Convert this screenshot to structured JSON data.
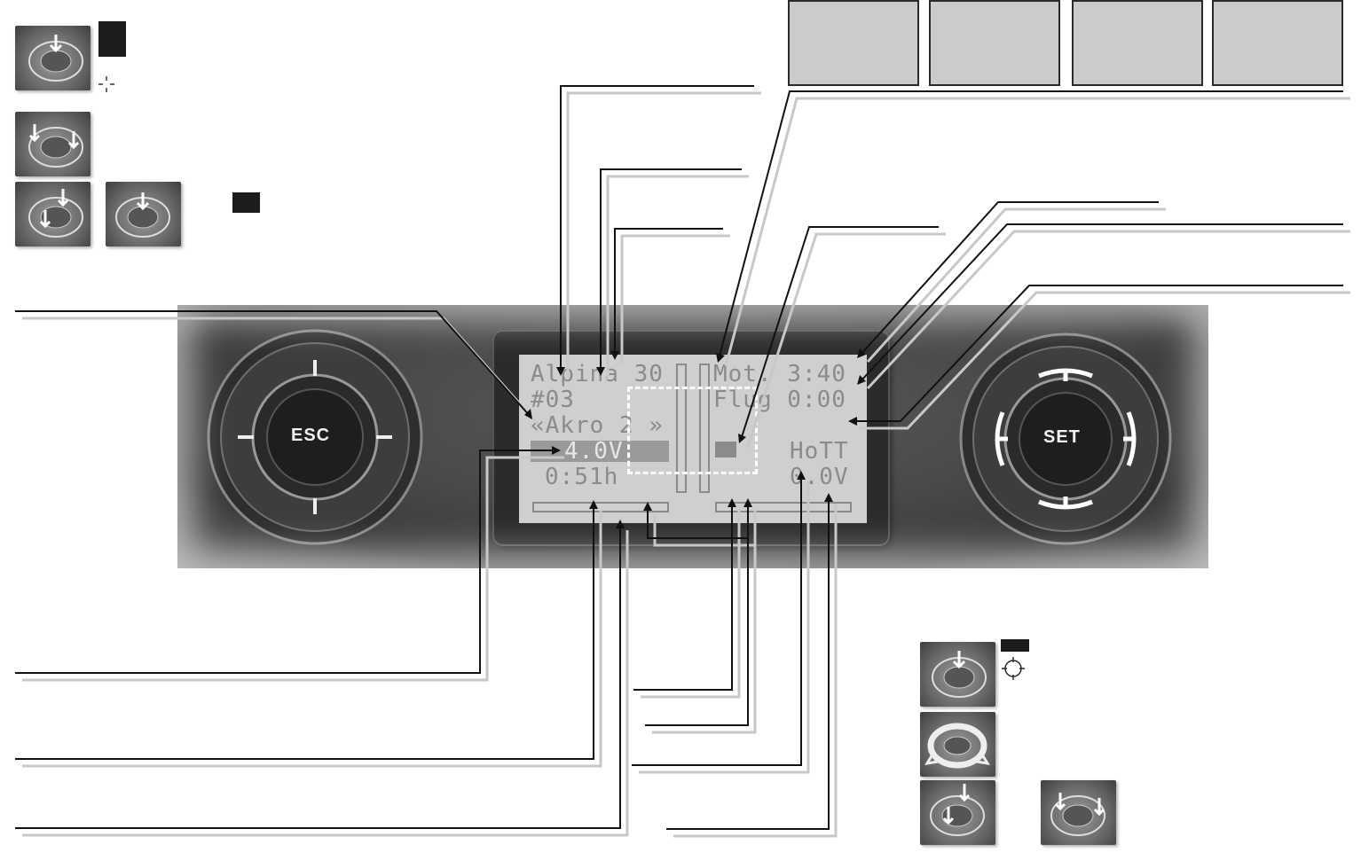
{
  "top_boxes": [
    {
      "label": ""
    },
    {
      "label": ""
    },
    {
      "label": ""
    },
    {
      "label": ""
    }
  ],
  "lcd": {
    "row1_left": "Alpina 30",
    "row1_right": "Mot. 3:40",
    "row2_left": "#03",
    "row2_right": "Flug 0:00",
    "row3_left": "«Akro 2 »",
    "row4_voltage": "4.0V",
    "row4_right": "HoTT",
    "row5_time": "0:51h",
    "row5_right": "0.0V"
  },
  "buttons": {
    "left_label": "ESC",
    "right_label": "SET"
  },
  "colors": {
    "panel": "#4a4a4a",
    "lcd_bg": "#cfcfcf",
    "lcd_text": "#8b8b8b",
    "top_box": "#cbcbcb",
    "line": "#111111"
  },
  "icons": [
    "arrow-down-icon",
    "crosshair-icon",
    "rotate-icon"
  ]
}
